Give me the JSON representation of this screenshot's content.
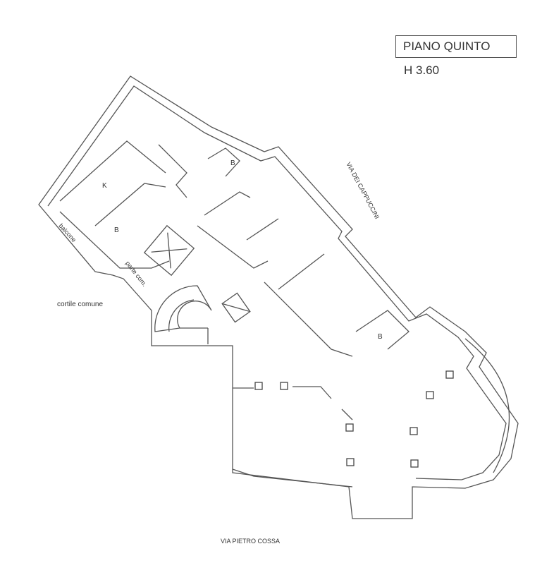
{
  "title": "PIANO QUINTO",
  "height": "H 3.60",
  "streets": {
    "east": "VIA DEI CAPPUCCINI",
    "south": "VIA PIETRO COSSA"
  },
  "rooms": {
    "kitchen": "K",
    "bath1": "B",
    "bath2": "B",
    "bath3": "B"
  },
  "areas": {
    "balcony": "balcone",
    "common_part": "parte com.",
    "courtyard": "cortile comune"
  }
}
